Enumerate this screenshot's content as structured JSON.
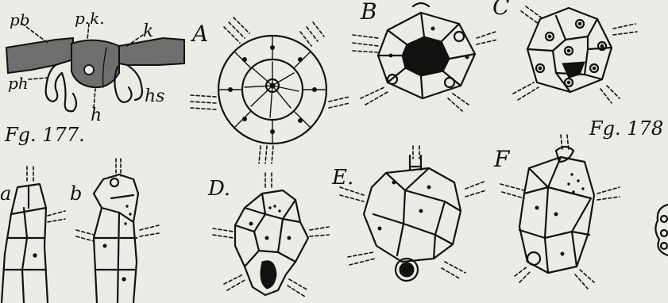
{
  "figures": {
    "fig177": {
      "caption": "Fg. 177.",
      "labels": {
        "pb": "pb",
        "pk": "p.k.",
        "k": "k",
        "ph": "ph",
        "h": "h",
        "hs": "hs"
      }
    },
    "fig178": {
      "caption": "Fg. 178",
      "panels": {
        "A": "A",
        "B": "B",
        "C": "C",
        "D": "D.",
        "E": "E.",
        "F": "F",
        "a": "a",
        "b": "b"
      }
    }
  },
  "colors": {
    "paper": "#ecebe6",
    "ink": "#111111",
    "grey_tissue": "#6e6e6e"
  }
}
